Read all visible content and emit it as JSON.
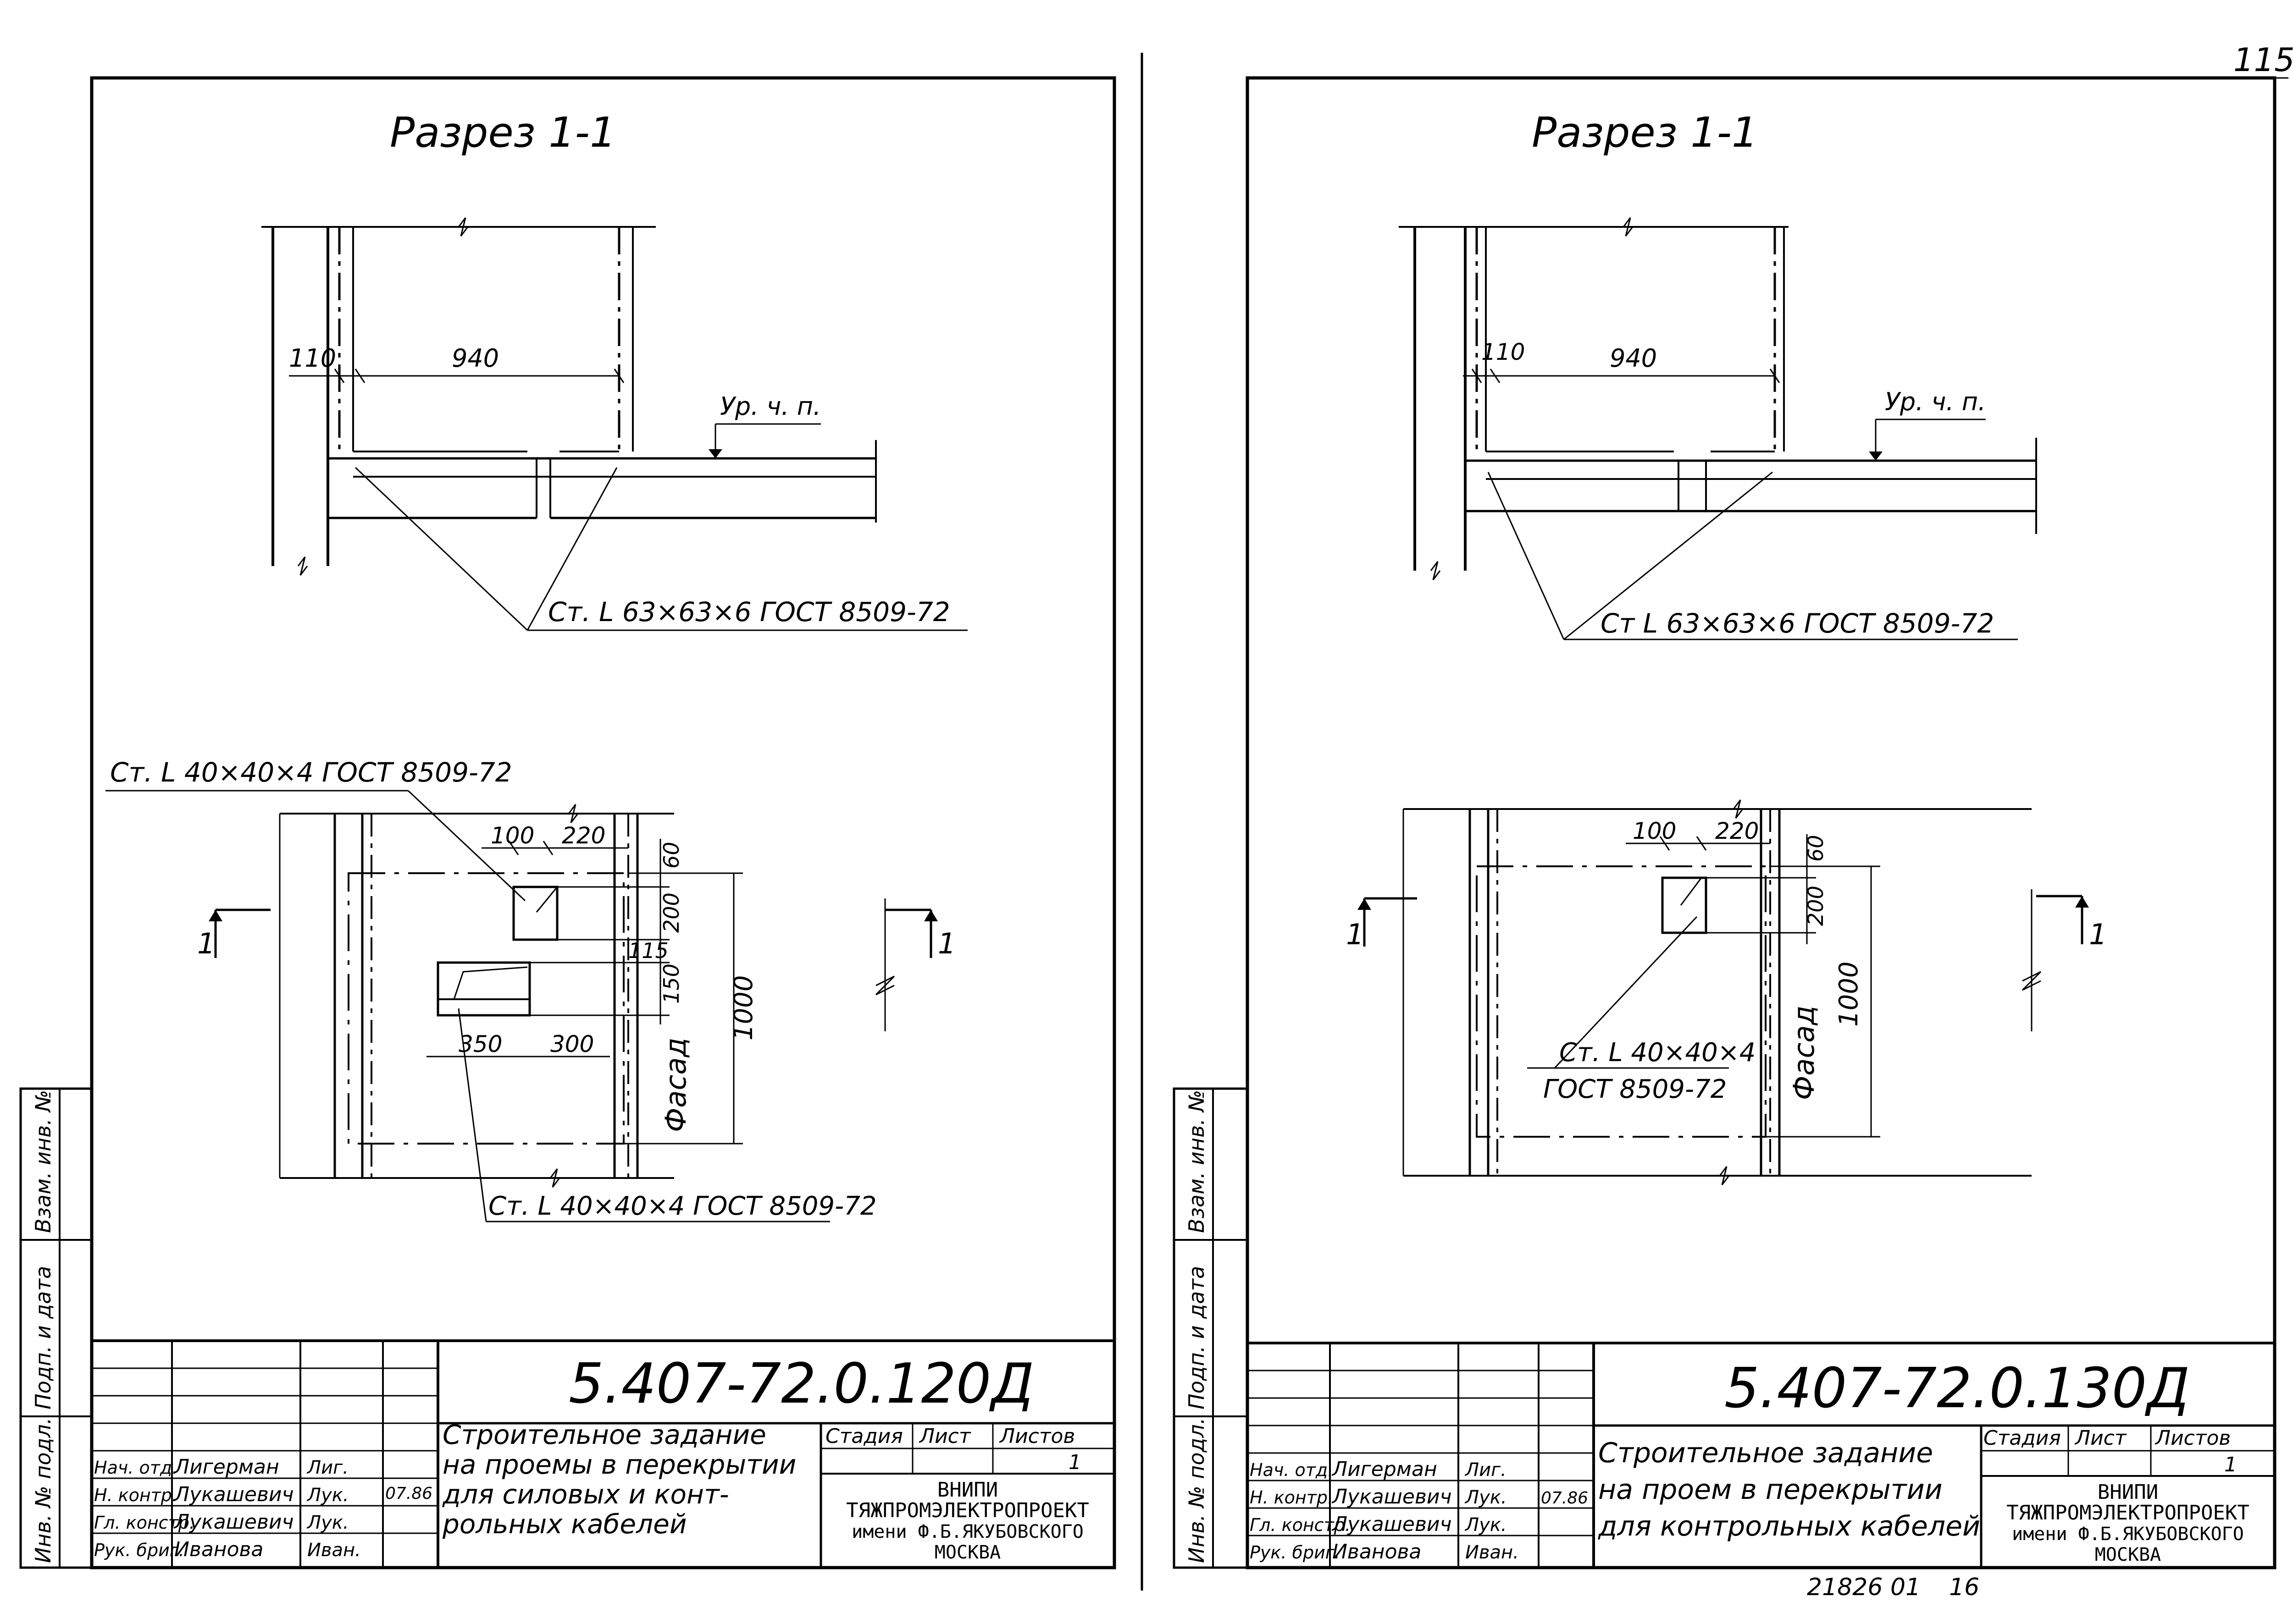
{
  "page_number": "115",
  "footer_code": "21826 01",
  "footer_num": "16",
  "side_stamp": {
    "inv_no": "Инв. № подл.",
    "sign_date": "Подп. и дата",
    "vzam_inv": "Взам. инв. №"
  },
  "sheets": [
    {
      "section_title": "Разрез 1-1",
      "dim_110": "110",
      "dim_940": "940",
      "level_label": "Ур. ч. п.",
      "angle_label_section": "Ст. L 63×63×6 ГОСТ 8509-72",
      "plan_labels": {
        "angle_top": "Ст. L 40×40×4 ГОСТ 8509-72",
        "angle_bottom": "Ст. L 40×40×4 ГОСТ 8509-72",
        "dim_100": "100",
        "dim_220": "220",
        "dim_60": "60",
        "dim_200": "200",
        "dim_115": "115",
        "dim_150": "150",
        "dim_1000": "1000",
        "dim_350": "350",
        "dim_300": "300",
        "facade": "Фасад",
        "cut_mark": "1"
      },
      "doc_code": "5.407-72.0.120Д",
      "title_text": [
        "Строительное задание",
        "на проемы в перекрытии",
        "для силовых и конт-",
        "рольных кабелей"
      ],
      "stamp_headers": {
        "stage": "Стадия",
        "sheet": "Лист",
        "sheets": "Листов",
        "sheets_value": "1"
      },
      "organization": [
        "ВНИПИ",
        "ТЯЖПРОМЭЛЕКТРОПРОЕКТ",
        "имени Ф.Б.ЯКУБОВСКОГО",
        "МОСКВА"
      ],
      "signatures": [
        {
          "role": "Нач. отд.",
          "name": "Лигерман",
          "sig": "Лиг.",
          "date": "07.86"
        },
        {
          "role": "Н. контр.",
          "name": "Лукашевич",
          "sig": "Лук.",
          "date": ""
        },
        {
          "role": "Гл. констр.",
          "name": "Лукашевич",
          "sig": "Лук.",
          "date": ""
        },
        {
          "role": "Рук. бриг.",
          "name": "Иванова",
          "sig": "Иван.",
          "date": ""
        }
      ]
    },
    {
      "section_title": "Разрез 1-1",
      "dim_110": "110",
      "dim_940": "940",
      "level_label": "Ур. ч. п.",
      "angle_label_section": "Ст L 63×63×6 ГОСТ 8509-72",
      "plan_labels": {
        "angle_line1": "Ст. L 40×40×4",
        "angle_line2": "ГОСТ 8509-72",
        "dim_100": "100",
        "dim_220": "220",
        "dim_60": "60",
        "dim_200": "200",
        "dim_1000": "1000",
        "facade": "Фасад",
        "cut_mark": "1"
      },
      "doc_code": "5.407-72.0.130Д",
      "title_text": [
        "Строительное задание",
        "на проем в перекрытии",
        "для контрольных кабелей"
      ],
      "stamp_headers": {
        "stage": "Стадия",
        "sheet": "Лист",
        "sheets": "Листов",
        "sheets_value": "1"
      },
      "organization": [
        "ВНИПИ",
        "ТЯЖПРОМЭЛЕКТРОПРОЕКТ",
        "имени Ф.Б.ЯКУБОВСКОГО",
        "МОСКВА"
      ],
      "signatures": [
        {
          "role": "Нач. отд.",
          "name": "Лигерман",
          "sig": "Лиг.",
          "date": "07.86"
        },
        {
          "role": "Н. контр.",
          "name": "Лукашевич",
          "sig": "Лук.",
          "date": ""
        },
        {
          "role": "Гл. констр.",
          "name": "Лукашевич",
          "sig": "Лук.",
          "date": ""
        },
        {
          "role": "Рук. бриг.",
          "name": "Иванова",
          "sig": "Иван.",
          "date": ""
        }
      ]
    }
  ]
}
